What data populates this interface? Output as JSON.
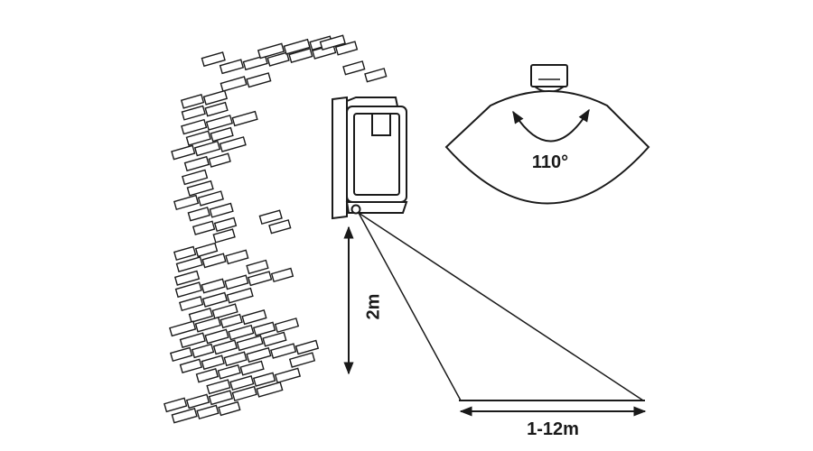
{
  "labels": {
    "angle": "110°",
    "mount_height": "2m",
    "detection_range": "1-12m"
  },
  "colors": {
    "line": "#1a1a1a",
    "fill": "#ffffff"
  }
}
